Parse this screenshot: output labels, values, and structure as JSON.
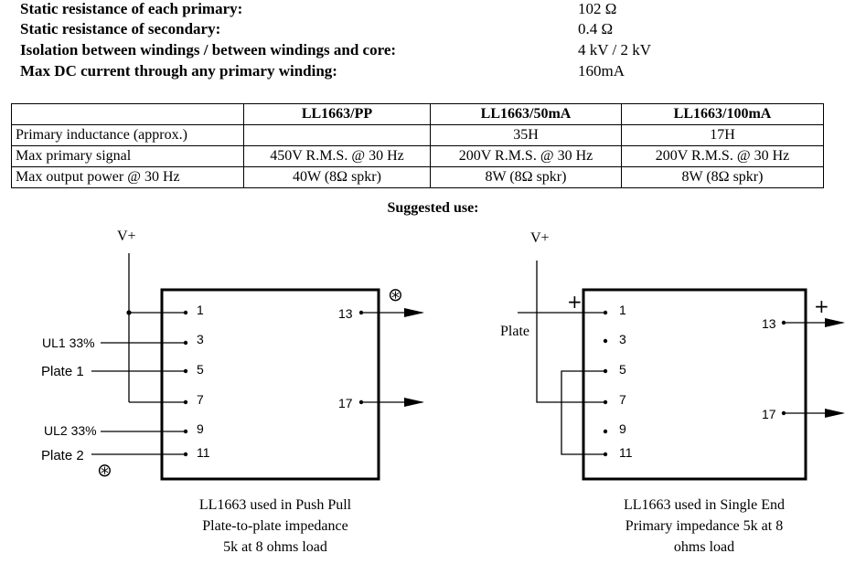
{
  "specs": [
    {
      "label": "Static resistance of each primary:",
      "value": "102 Ω"
    },
    {
      "label": "Static resistance of secondary:",
      "value": "0.4 Ω"
    },
    {
      "label": "Isolation between windings / between windings and core:",
      "value": "4 kV / 2 kV"
    },
    {
      "label": "Max DC current through any primary winding:",
      "value": "160mA"
    }
  ],
  "table": {
    "headers": [
      "",
      "LL1663/PP",
      "LL1663/50mA",
      "LL1663/100mA"
    ],
    "rows": [
      [
        "Primary inductance (approx.)",
        "",
        "35H",
        "17H"
      ],
      [
        "Max primary signal",
        "450V R.M.S. @ 30 Hz",
        "200V R.M.S. @ 30 Hz",
        "200V R.M.S. @ 30 Hz"
      ],
      [
        "Max output power  @ 30 Hz",
        "40W (8Ω spkr)",
        "8W  (8Ω spkr)",
        "8W  (8Ω spkr)"
      ]
    ]
  },
  "suggested_use": "Suggested use:",
  "left_diagram": {
    "vplus": "V+",
    "labels": {
      "ul1": "UL1 33%",
      "plate1": "Plate 1",
      "ul2": "UL2 33%",
      "plate2": "Plate 2"
    },
    "pins": {
      "p1": "1",
      "p3": "3",
      "p5": "5",
      "p7": "7",
      "p9": "9",
      "p11": "11",
      "p13": "13",
      "p17": "17"
    },
    "phase_symbol": "⊛",
    "caption": [
      "LL1663 used in Push Pull",
      "Plate-to-plate impedance",
      "5k at 8 ohms load"
    ]
  },
  "right_diagram": {
    "vplus": "V+",
    "plate": "Plate",
    "plus": "+",
    "pins": {
      "p1": "1",
      "p3": "3",
      "p5": "5",
      "p7": "7",
      "p9": "9",
      "p11": "11",
      "p13": "13",
      "p17": "17"
    },
    "caption": [
      "LL1663 used in Single End",
      "Primary impedance 5k at 8",
      "ohms load"
    ]
  }
}
